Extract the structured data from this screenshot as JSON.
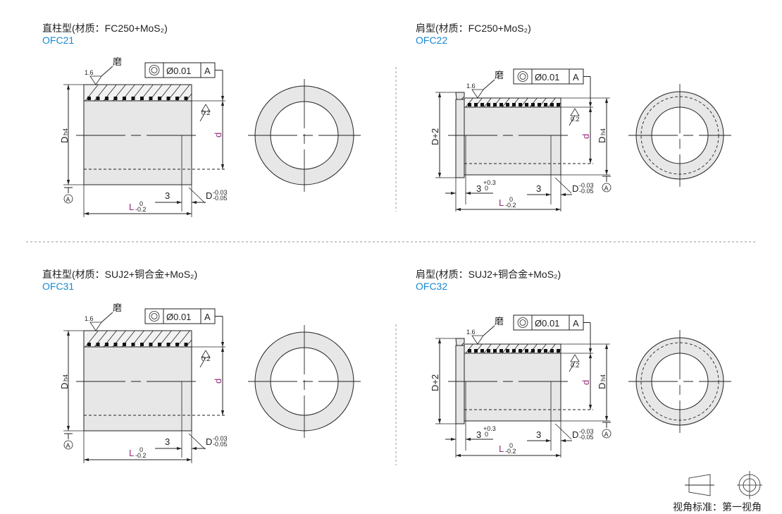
{
  "panels": [
    {
      "title": "直柱型(材质：FC250+MoS₂)",
      "code": "OFC21",
      "type": "straight"
    },
    {
      "title": "肩型(材质：FC250+MoS₂)",
      "code": "OFC22",
      "type": "flanged"
    },
    {
      "title": "直柱型(材质：SUJ2+铜合金+MoS₂)",
      "code": "OFC31",
      "type": "straight"
    },
    {
      "title": "肩型(材质：SUJ2+铜合金+MoS₂)",
      "code": "OFC32",
      "type": "flanged"
    }
  ],
  "labels": {
    "grind": "磨",
    "roughness_outer": "1.6",
    "roughness_inner": "0.2",
    "gdt_tolerance": "Ø0.01",
    "gdt_datum": "A",
    "datum_marker": "A",
    "outer_d": "D",
    "outer_d_sub": "h4",
    "inner_d": "d",
    "chamfer": "3",
    "end_d": "D",
    "end_d_upper": "-0.03",
    "end_d_lower": "-0.05",
    "length": "L",
    "length_upper": "0",
    "length_lower": "-0.2",
    "flange_d": "D+2",
    "flange_t": "3",
    "flange_t_upper": "+0.3",
    "flange_t_lower": "0"
  },
  "footer": {
    "projection_label": "视角标准：第一视角"
  },
  "colors": {
    "code": "#1a88d0",
    "dimension_symbol": "#9b2a7e",
    "body": "#e7e7e8"
  }
}
